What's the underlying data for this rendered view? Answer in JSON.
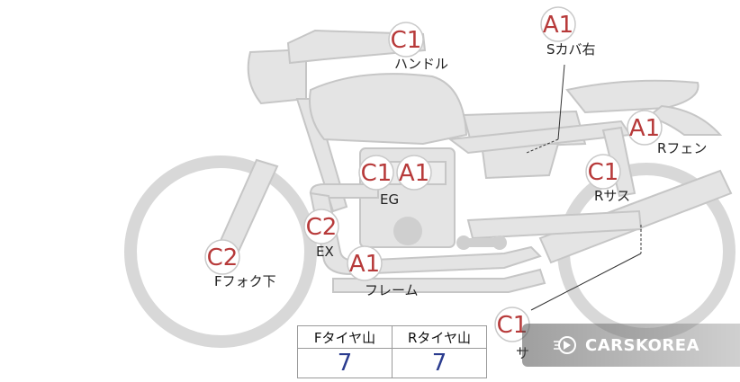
{
  "damage_markers": {
    "handle": {
      "grade": "C1",
      "label": "ハンドル"
    },
    "s_cover_right": {
      "grade": "A1",
      "label": "Sカバ右"
    },
    "r_fender": {
      "grade": "A1",
      "label": "Rフェン"
    },
    "engine_c": {
      "grade": "C1",
      "label": "EG"
    },
    "engine_a": {
      "grade": "A1"
    },
    "r_suspension": {
      "grade": "C1",
      "label": "Rサス"
    },
    "exhaust": {
      "grade": "C2",
      "label": "EX"
    },
    "f_fork": {
      "grade": "C2",
      "label": "Fフォク下"
    },
    "frame": {
      "grade": "A1",
      "label": "フレーム"
    },
    "silencer": {
      "grade": "C1",
      "label": "サ"
    }
  },
  "tire_table": {
    "front_header": "Fタイヤ山",
    "rear_header": "Rタイヤ山",
    "front_value": "7",
    "rear_value": "7"
  },
  "watermark": {
    "text": "CARSKOREA"
  },
  "colors": {
    "grade": "#b73a3a",
    "tire_value": "#2b3c8f",
    "bike": "#e4e4e4"
  }
}
